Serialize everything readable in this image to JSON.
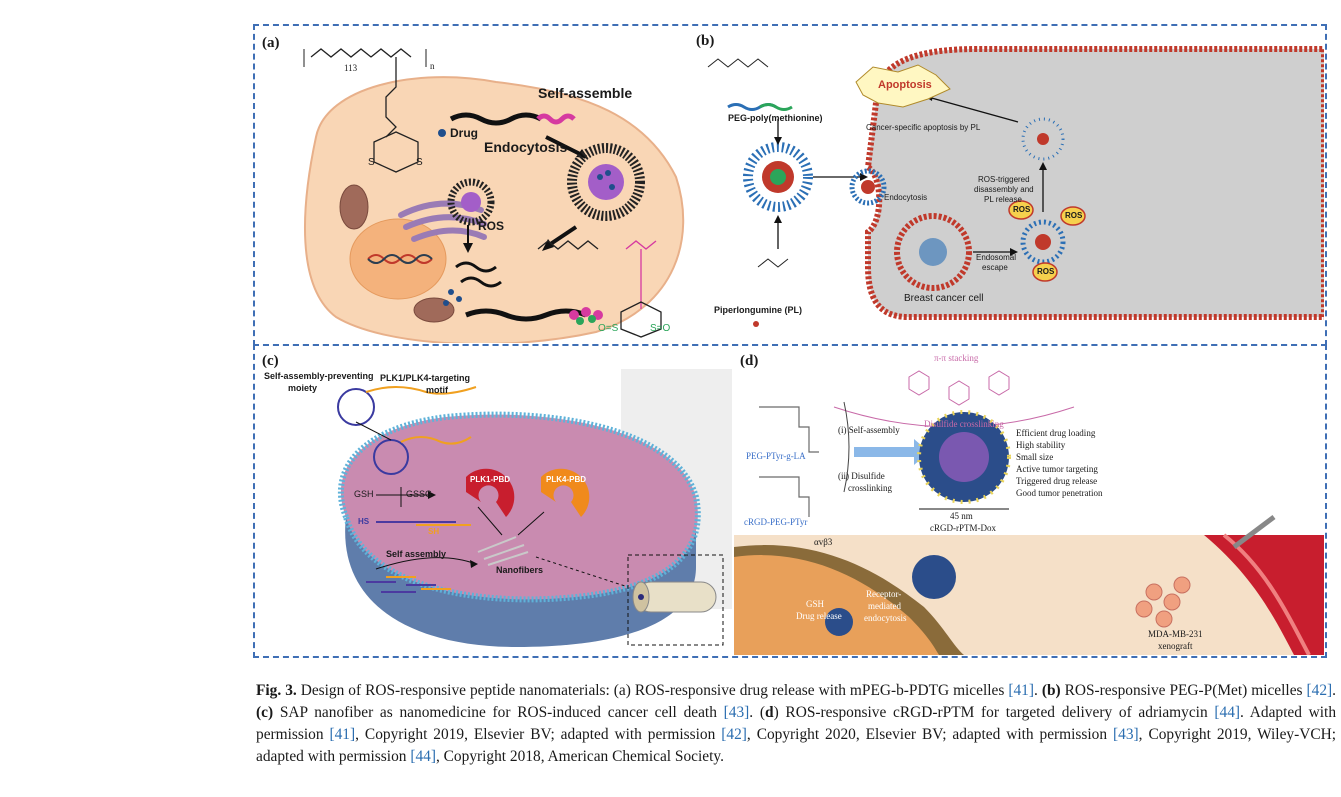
{
  "panel_a": {
    "label": "(a)",
    "sub_113": "113",
    "sub_n": "n",
    "drug": "Drug",
    "self_assemble": "Self-assemble",
    "endocytosis": "Endocytosis",
    "ros": "ROS",
    "s_atom": "S",
    "so_atom": "S=O",
    "os_atom": "O=S"
  },
  "panel_b": {
    "label": "(b)",
    "peg_pmet": "PEG-poly(methionine)",
    "pl": "Piperlongumine (PL)",
    "apoptosis": "Apoptosis",
    "cancer_specific": "Cancer-specific apoptosis by PL",
    "ros_triggered": "ROS-triggered",
    "disassembly": "disassembly and",
    "pl_release": "PL release",
    "endocytosis": "Endocytosis",
    "endosomal": "Endosomal",
    "escape": "escape",
    "ros": "ROS",
    "breast": "Breast cancer cell"
  },
  "panel_c": {
    "label": "(c)",
    "prevent1": "Self-assembly-preventing",
    "prevent2": "moiety",
    "target1": "PLK1/PLK4-targeting",
    "target2": "motif",
    "gsh": "GSH",
    "gssg": "GSSG",
    "hs": "HS",
    "sh": "SH",
    "self_assembly": "Self assembly",
    "plk1": "PLK1-PBD",
    "plk4": "PLK4-PBD",
    "nanofibers": "Nanofibers"
  },
  "panel_d": {
    "label": "(d)",
    "pi_stack": "π-π stacking",
    "disulfide_cl": "Disulfide crosslinking",
    "step1": "(i) Self-assembly",
    "step2a": "(ii) Disulfide",
    "step2b": "crosslinking",
    "peg_ptyr_la": "PEG-PTyr-g-LA",
    "crgd_peg_ptyr": "cRGD-PEG-PTyr",
    "size": "45 nm",
    "micelle": "cRGD-rPTM-Dox",
    "features": [
      "Efficient drug loading",
      "High stability",
      "Small size",
      "Active tumor targeting",
      "Triggered drug release",
      "Good tumor penetration"
    ],
    "avb3": "αvβ3",
    "gsh_release1": "GSH",
    "gsh_release2": "Drug release",
    "receptor1": "Receptor-",
    "receptor2": "mediated",
    "receptor3": "endocytosis",
    "xeno1": "MDA-MB-231",
    "xeno2": "xenograft"
  },
  "caption": {
    "fig": "Fig. 3.",
    "t1": " Design of ROS-responsive peptide nanomaterials: (a) ROS-responsive drug release with mPEG-b-PDTG micelles ",
    "r41": "[41]",
    "t2": ". ",
    "b_b": "(b)",
    "t3": " ROS-responsive PEG-P(Met) micelles ",
    "r42": "[42]",
    "t4": ". ",
    "b_c": "(c)",
    "t5": " SAP nanofiber as nanomedicine for ROS-induced cancer cell death ",
    "r43": "[43]",
    "t6": ". (",
    "b_d": "d",
    "t7": ") ROS-responsive cRGD-rPTM for targeted delivery of adriamycin ",
    "r44": "[44]",
    "t8": ". Adapted with permission ",
    "r41b": "[41]",
    "t9": ", Copyright 2019, Elsevier BV; adapted with permission ",
    "r42b": "[42]",
    "t10": ", Copyright 2020, Elsevier BV; adapted with permission ",
    "r43b": "[43]",
    "t11": ", Copyright 2019, Wiley-VCH; adapted with permission ",
    "r44b": "[44]",
    "t12": ", Copyright 2018, American Chemical Society."
  },
  "colors": {
    "frame": "#3f6fb5",
    "cell_a": "#f9d6b5",
    "cell_b": "#c9c9c9",
    "cell_c": "#c98bb0",
    "link": "#2a6db0"
  }
}
